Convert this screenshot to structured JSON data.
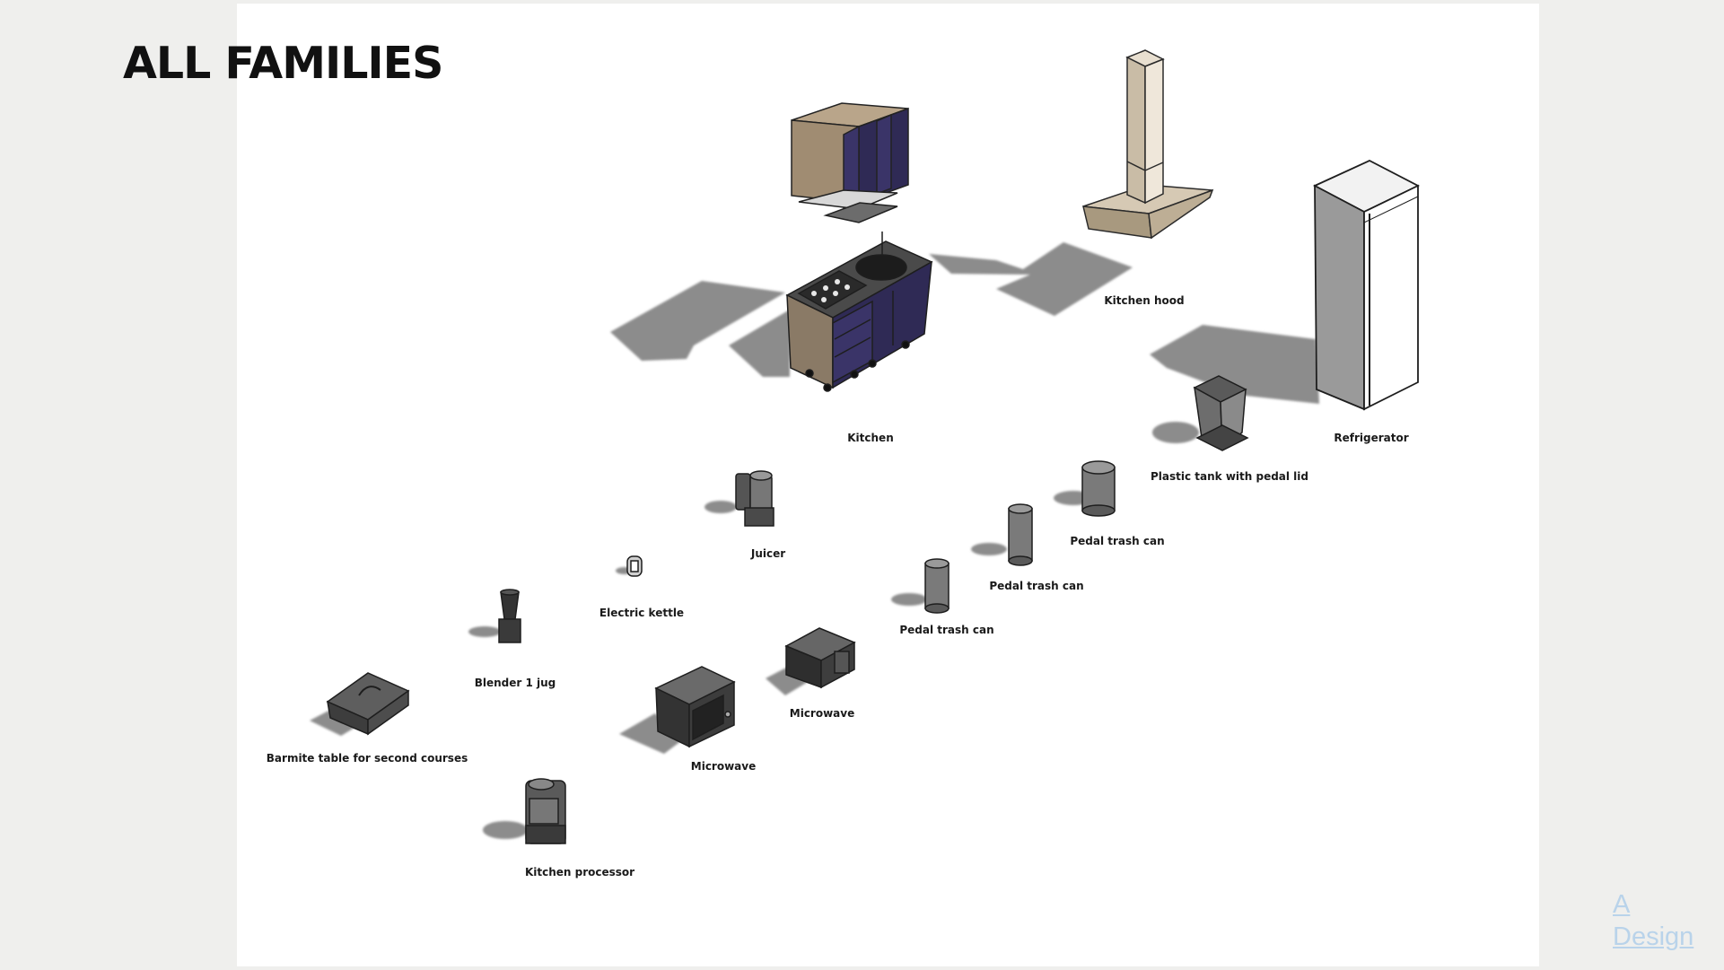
{
  "page": {
    "title": "ALL FAMILIES"
  },
  "families": {
    "kitchen": "Kitchen",
    "kitchen_hood": "Kitchen hood",
    "refrigerator": "Refrigerator",
    "plastic_tank": "Plastic tank with pedal lid",
    "pedal_trash_can_1": "Pedal trash can",
    "pedal_trash_can_2": "Pedal trash can",
    "pedal_trash_can_3": "Pedal trash can",
    "juicer": "Juicer",
    "electric_kettle": "Electric kettle",
    "blender": "Blender 1 jug",
    "microwave_small": "Microwave",
    "microwave_large": "Microwave",
    "barmite_table": "Barmite table for second courses",
    "kitchen_processor": "Kitchen processor"
  },
  "brand": {
    "line1": "A",
    "line2": "Design"
  },
  "colors": {
    "background": "#efefed",
    "panel": "#ffffff",
    "shadow": "#8a8a8a",
    "cabinet_purple": "#2f2a55",
    "cabinet_wood": "#8a7a66",
    "appliance_dark": "#3d3d3d",
    "brand_link": "#b9d3ea"
  }
}
